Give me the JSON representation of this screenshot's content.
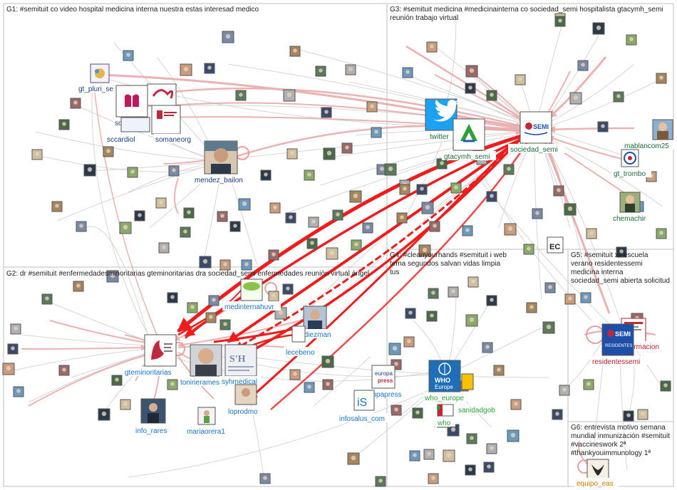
{
  "colors": {
    "group_border": "#bfbfbf",
    "edge_gray": "#c8c8c8",
    "edge_pink": "#e8a0a0",
    "edge_red": "#ee1c1c",
    "g1_label": "#1a3d7c",
    "g2_label": "#1a72c4",
    "g3_label": "#1f6b3a",
    "g4_label": "#2e9e3a",
    "g5_label": "#b01e2f",
    "g6_label": "#cc7a00"
  },
  "groups": [
    {
      "id": "G1",
      "title": "G1: #semituit co video hospital medicina interna nuestra estas interesad medico"
    },
    {
      "id": "G3",
      "title": "G3: #semituit medicina #medicinainterna co sociedad_semi hospitalista gtacymh_semi reunión trabajo virtual"
    },
    {
      "id": "G2",
      "title": "G2: dr #semituit #enfermedadesminoritarias gteminoritarias dra sociedad_semi enfermedades reunión virtual ángel"
    },
    {
      "id": "G4",
      "title": "G4: #cleanyourhands #semituit i web tema segundos salvan vidas limpia tus"
    },
    {
      "id": "G5",
      "title": "G5: #semituit xii escuela verano residentessemi medicina interna sociedad_semi abierta solicitud"
    },
    {
      "id": "G6",
      "title": "G6: entrevista motivo semana mundial inmunización #semituit #vaccineswork 2ª #thankyouimmunology 1ª"
    }
  ],
  "nodes": [
    {
      "id": "gt_pluri_semi",
      "label": "gt_pluri_se",
      "group": "G1"
    },
    {
      "id": "somimaca",
      "label": "somimaca",
      "group": "G1"
    },
    {
      "id": "sccardiol",
      "label": "sccardiol",
      "group": "G1"
    },
    {
      "id": "somaneorg",
      "label": "somaneorg",
      "group": "G1"
    },
    {
      "id": "mendez_bailon",
      "label": "mendez_bailon",
      "group": "G1"
    },
    {
      "id": "twitter",
      "label": "twitter",
      "group": "G3"
    },
    {
      "id": "gtacymh_semi",
      "label": "gtacymh_semi",
      "group": "G3"
    },
    {
      "id": "sociedad_semi",
      "label": "sociedad_semi",
      "group": "G3"
    },
    {
      "id": "mablancom25",
      "label": "mablancom25",
      "group": "G3"
    },
    {
      "id": "gt_trombo",
      "label": "gt_trombo",
      "group": "G3"
    },
    {
      "id": "chemachir",
      "label": "chemachir",
      "group": "G3"
    },
    {
      "id": "medinternahuvr",
      "label": "medinternahuvr",
      "group": "G2"
    },
    {
      "id": "jediezman",
      "label": "jediezman",
      "group": "G2"
    },
    {
      "id": "lecebeno",
      "label": "lecebeno",
      "group": "G2"
    },
    {
      "id": "gteminoritarias",
      "label": "gteminoritarias",
      "group": "G2"
    },
    {
      "id": "tonirierames",
      "label": "tonirierames",
      "group": "G2"
    },
    {
      "id": "syhmedical",
      "label": "syhmedical",
      "group": "G2"
    },
    {
      "id": "loprodmo",
      "label": "loprodmo",
      "group": "G2"
    },
    {
      "id": "info_rares",
      "label": "info_rares",
      "group": "G2"
    },
    {
      "id": "mariaorera1",
      "label": "mariaorera1",
      "group": "G2"
    },
    {
      "id": "europapress",
      "label": "europapress",
      "group": "G4"
    },
    {
      "id": "infosalus_com",
      "label": "infosalus_com",
      "group": "G4"
    },
    {
      "id": "who_europe",
      "label": "who_europe",
      "group": "G4"
    },
    {
      "id": "sanidadgob",
      "label": "sanidadgob",
      "group": "G4"
    },
    {
      "id": "who",
      "label": "who",
      "group": "G4"
    },
    {
      "id": "formacion",
      "label": "formacion",
      "group": "G5"
    },
    {
      "id": "residentessemi",
      "label": "residentessemi",
      "group": "G5"
    },
    {
      "id": "equipo_eas",
      "label": "equipo_eas",
      "group": "G6"
    }
  ],
  "image_text": {
    "europapress_logo_line1": "europa",
    "europapress_logo_line2": "press",
    "who_logo_line1": "WHO",
    "who_logo_line2": "Europe",
    "semi_logo": "SEMI",
    "residentes_logo": "RESIDENTES",
    "syh_logo": "S'H",
    "ec_logo": "EC",
    "is_logo": "iS"
  }
}
